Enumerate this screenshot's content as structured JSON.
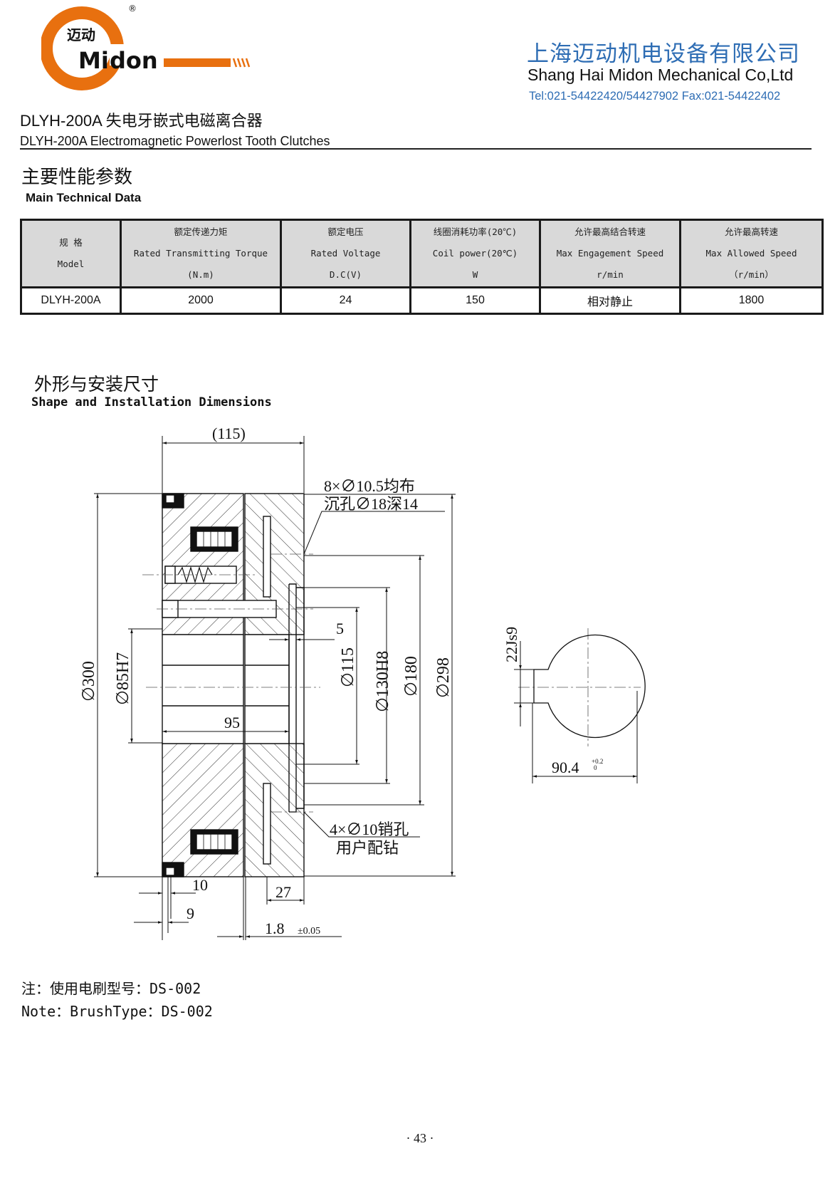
{
  "header": {
    "logo": {
      "brand_cn": "迈动",
      "brand_en_part1": "Mi",
      "brand_en_part2": "don",
      "registered_mark": "®",
      "orange": "#e8700f"
    },
    "company_cn": "上海迈动机电设备有限公司",
    "company_en": "Shang Hai Midon Mechanical Co,Ltd",
    "contact": "Tel:021-54422420/54427902 Fax:021-54422402",
    "accent_color": "#2e6db4"
  },
  "product": {
    "title_cn": "DLYH-200A 失电牙嵌式电磁离合器",
    "title_en": "DLYH-200A    Electromagnetic Powerlost Tooth Clutches"
  },
  "tech_data": {
    "heading_cn": "主要性能参数",
    "heading_en": "Main Technical Data",
    "columns": [
      {
        "cn": "规 格",
        "en": "Model",
        "unit": ""
      },
      {
        "cn": "额定传递力矩",
        "en": "Rated Transmitting Torque",
        "unit": "(N.m)"
      },
      {
        "cn": "额定电压",
        "en": "Rated Voltage",
        "unit": "D.C(V)"
      },
      {
        "cn": "线圈消耗功率(20℃)",
        "en": "Coil power(20℃)",
        "unit": "W"
      },
      {
        "cn": "允许最高结合转速",
        "en": "Max Engagement Speed",
        "unit": "r/min"
      },
      {
        "cn": "允许最高转速",
        "en": "Max Allowed  Speed",
        "unit": "（r/min）"
      }
    ],
    "rows": [
      [
        "DLYH-200A",
        "2000",
        "24",
        "150",
        "相对静止",
        "1800"
      ]
    ]
  },
  "dimensions": {
    "heading_cn": "外形与安装尺寸",
    "heading_en": "Shape and Installation Dimensions",
    "labels": {
      "overall_length": "(115)",
      "bolt_holes_1": "8×∅10.5均布",
      "bolt_holes_2": "沉孔∅18深14",
      "gap": "5",
      "d_outer": "∅300",
      "d_bore": "∅85H7",
      "d_115": "∅115",
      "d_130": "∅130H8",
      "d_180": "∅180",
      "d_298": "∅298",
      "hub_length": "95",
      "pin_holes_1": "4×∅10销孔",
      "pin_holes_2": "用户配钻",
      "dim_10": "10",
      "dim_9": "9",
      "dim_27": "27",
      "air_gap": "1.8",
      "air_gap_tol": "±0.05",
      "keyway_width": "22Js9",
      "keyway_depth": "90.4",
      "keyway_tol_upper": "+0.2",
      "keyway_tol_lower": "0"
    }
  },
  "note": {
    "cn": "注：使用电刷型号：DS-002",
    "en": "Note：BrushType：DS-002"
  },
  "page_number": "· 43 ·"
}
